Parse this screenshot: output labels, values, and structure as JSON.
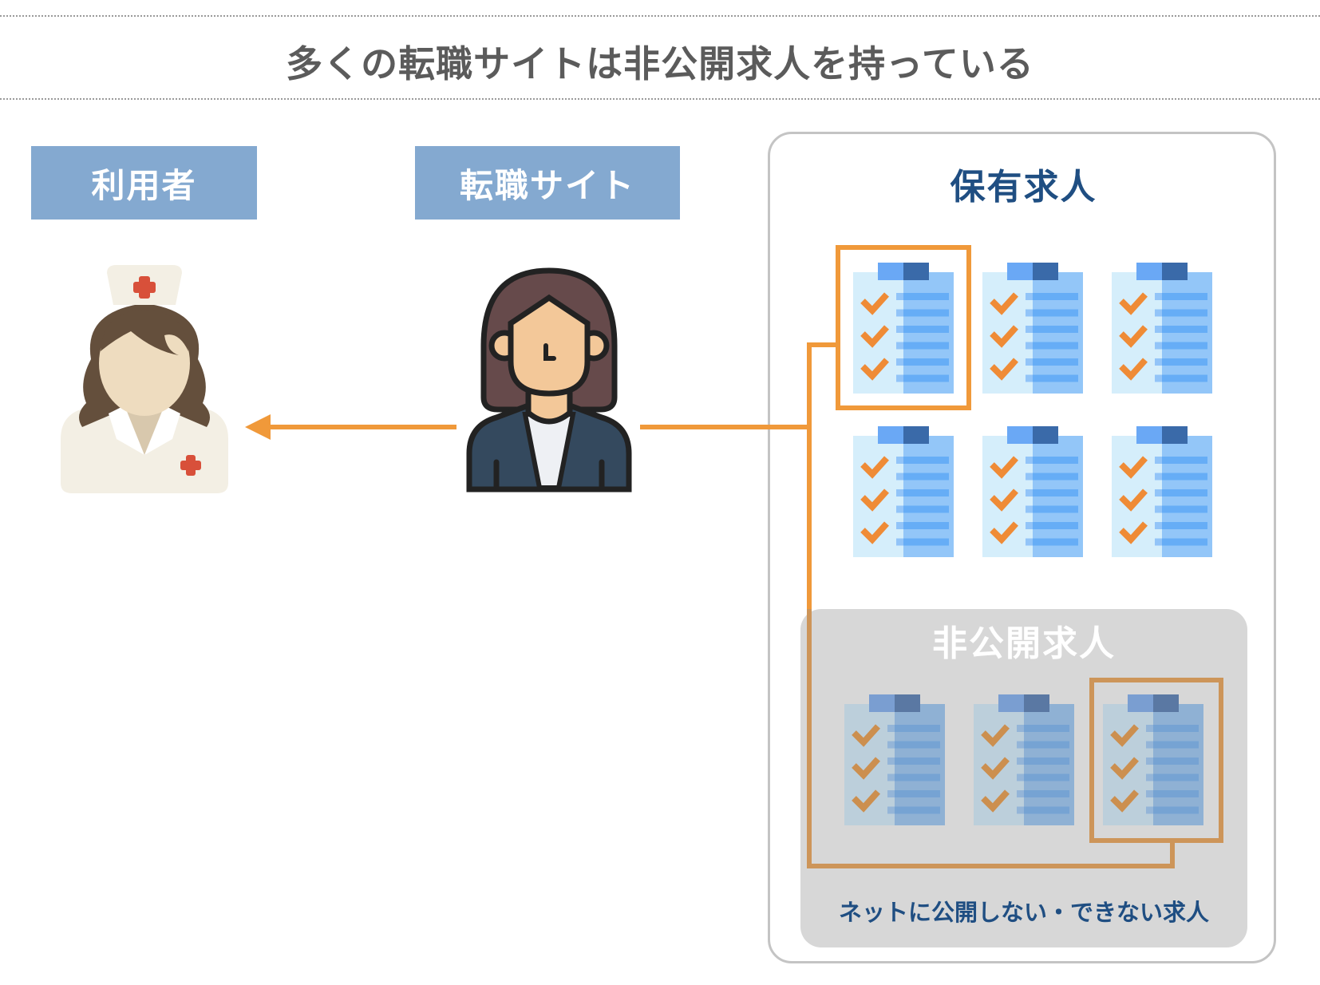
{
  "header": {
    "title": "多くの転職サイトは非公開求人を持っている"
  },
  "actors": {
    "user_label": "利用者",
    "site_label": "転職サイト",
    "user_icon": "nurse-icon",
    "site_icon": "recruiter-woman-icon"
  },
  "panel": {
    "title": "保有求人",
    "public_jobs_count": 6,
    "hidden_section": {
      "title": "非公開求人",
      "note": "ネットに公開しない・できない求人",
      "hidden_jobs_count": 3
    },
    "job_icon": "clipboard-checklist-icon"
  },
  "colors": {
    "accent_orange": "#f0993a",
    "label_blue": "#84a9d0",
    "heading_navy": "#1f4e82",
    "title_gray": "#5b5b5b",
    "hidden_gray": "#d7d7d7"
  }
}
